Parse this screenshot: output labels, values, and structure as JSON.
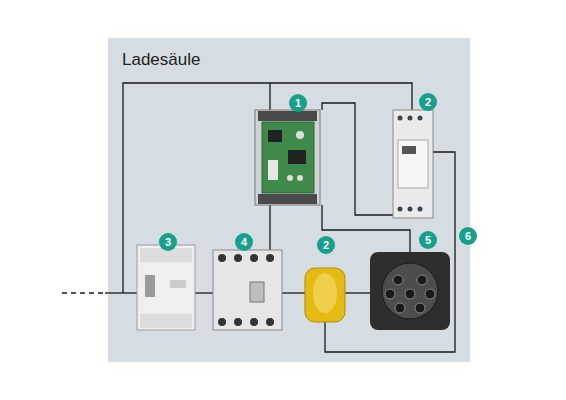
{
  "diagram": {
    "nodes": [
      {
        "text": [
          "Ladesäule"
        ]
      }
    ],
    "labels": [
      "1",
      "2",
      "3",
      "4",
      "2",
      "5",
      "6"
    ]
  }
}
